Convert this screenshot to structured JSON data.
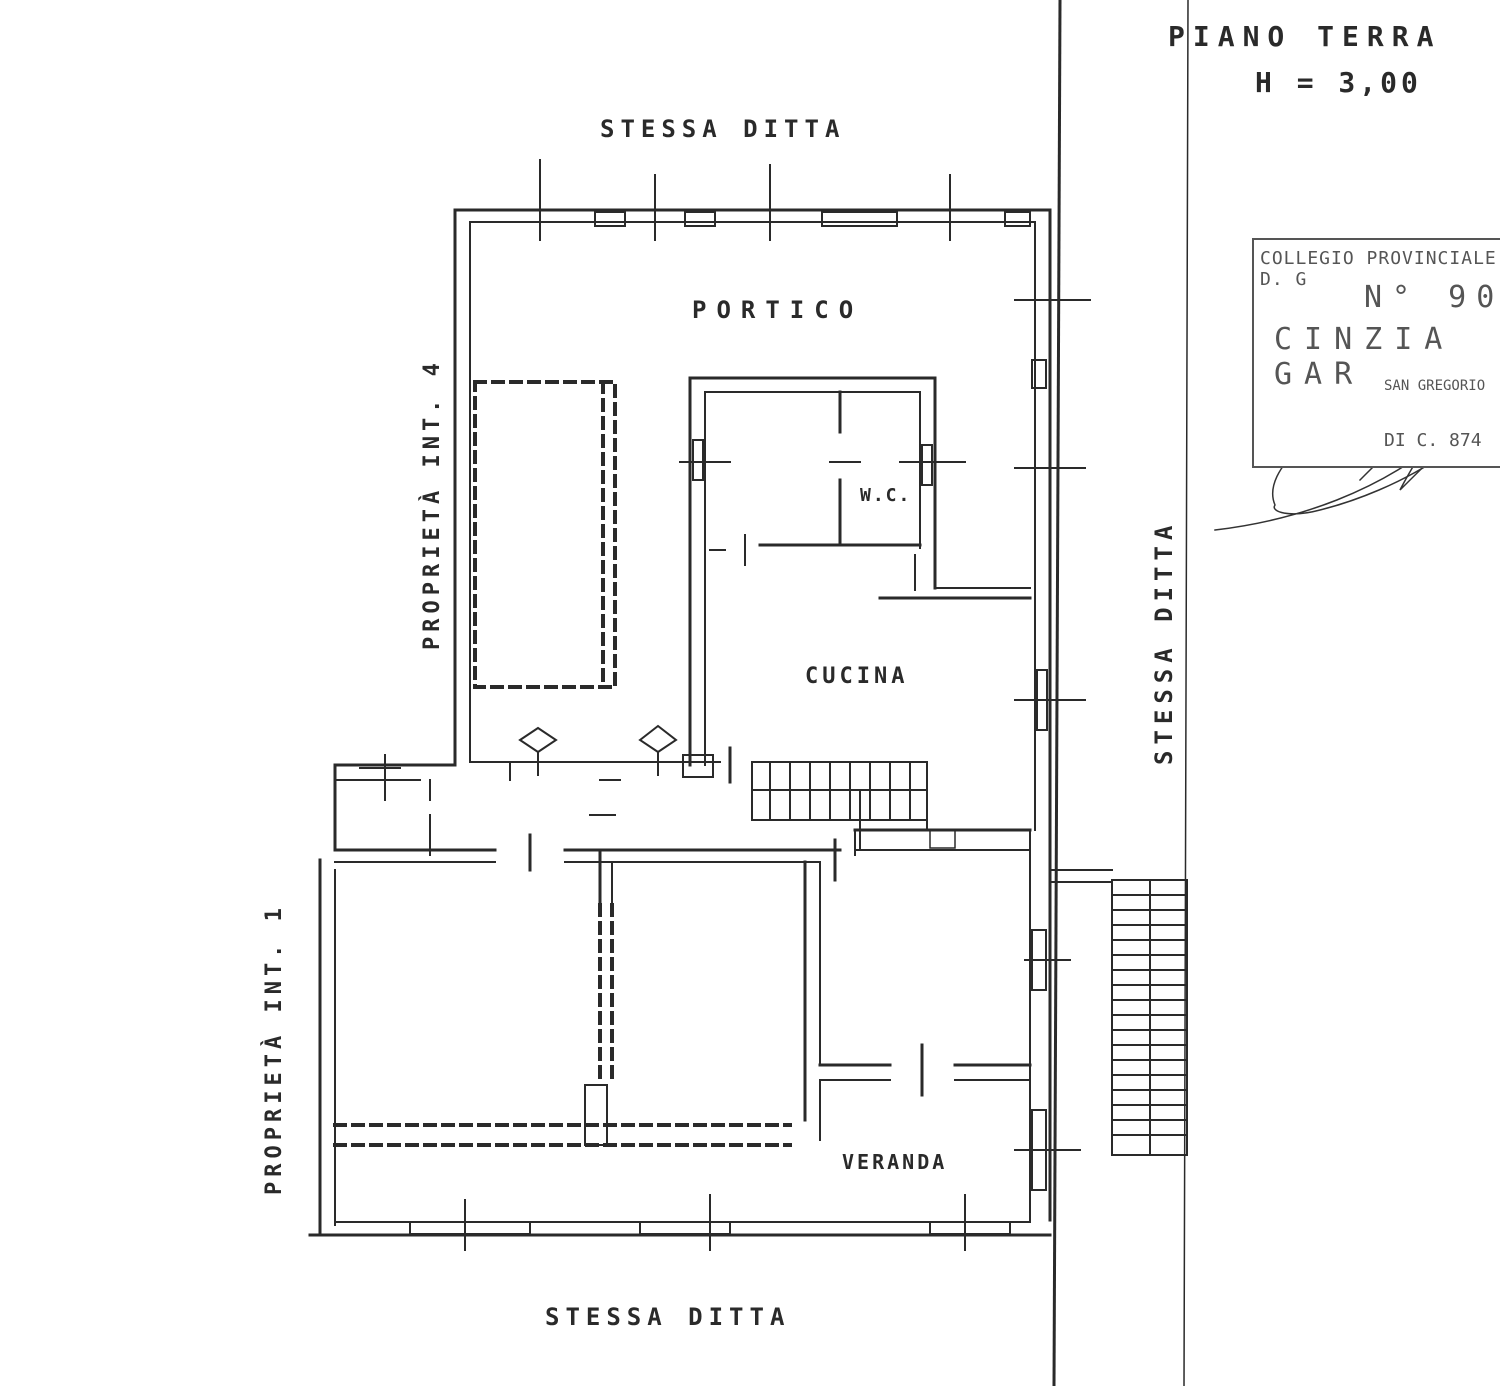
{
  "title": {
    "floor": "PIANO  TERRA",
    "height": "H = 3,00"
  },
  "neighbors": {
    "top": "STESSA  DITTA",
    "bottom": "STESSA  DITTA",
    "right": "STESSA  DITTA",
    "left_upper": "PROPRIETÀ INT. 4",
    "left_lower": "PROPRIETÀ INT. 1"
  },
  "rooms": {
    "portico": "PORTICO",
    "wc": "W.C.",
    "cucina": "CUCINA",
    "veranda": "VERANDA"
  },
  "stamp": {
    "line1": "COLLEGIO PROVINCIALE D. G",
    "line2": "N° 90",
    "line3": "CINZIA GAR",
    "line4": "SAN GREGORIO",
    "line5": "DI C. 874"
  },
  "colors": {
    "ink": "#2a2a2a",
    "stamp": "#555555"
  }
}
